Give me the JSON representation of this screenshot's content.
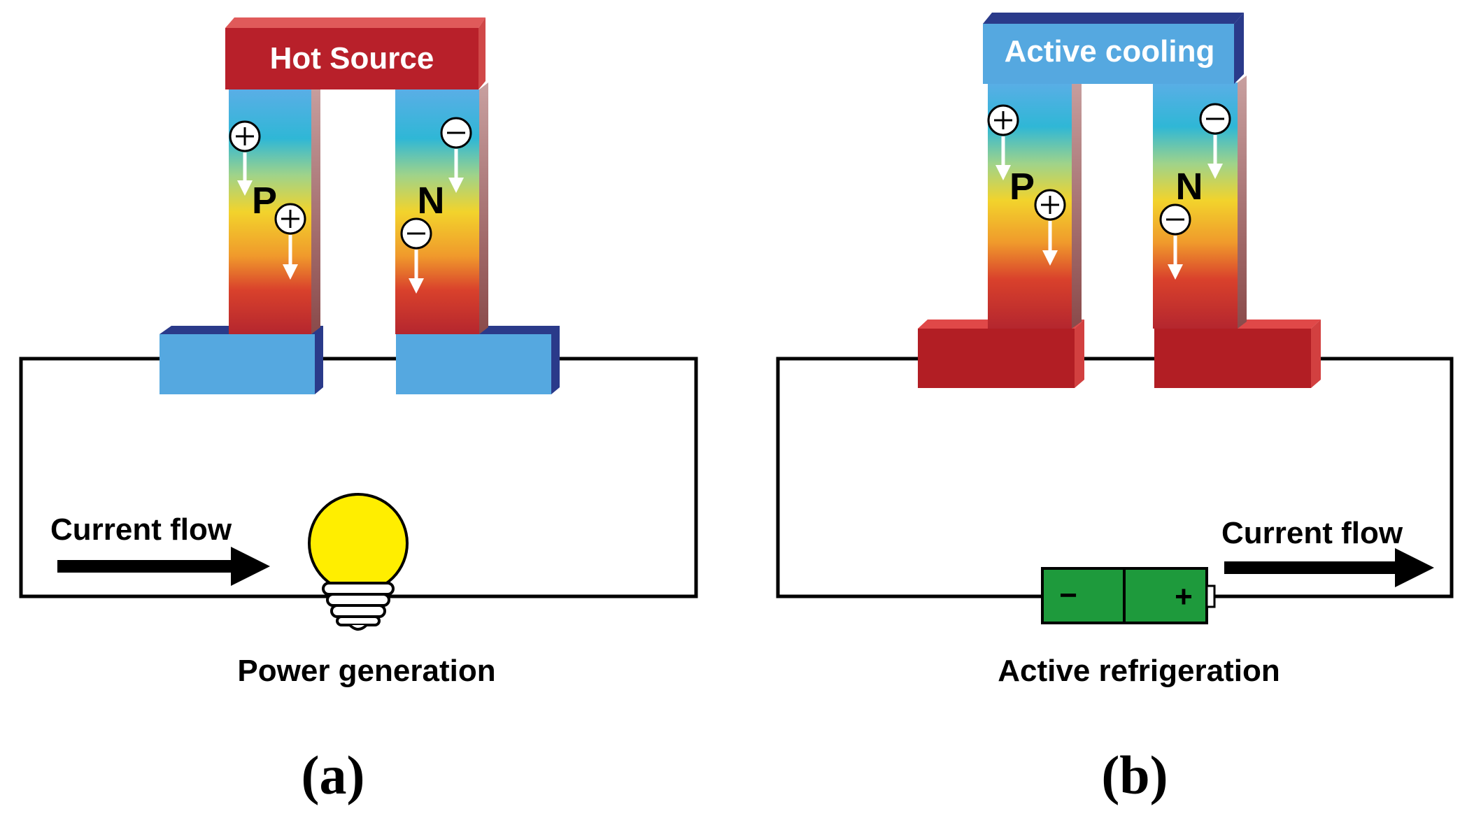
{
  "panel_a": {
    "header_label": "Hot Source",
    "p_leg_label": "P",
    "n_leg_label": "N",
    "current_label": "Current flow",
    "caption": "Power generation",
    "panel_label": "(a)",
    "header_color": "#b8202a",
    "contact_color": "#55a8e0"
  },
  "panel_b": {
    "header_label": "Active cooling",
    "p_leg_label": "P",
    "n_leg_label": "N",
    "current_label": "Current flow",
    "caption": "Active refrigeration",
    "panel_label": "(b)",
    "header_color": "#55a8e0",
    "contact_color": "#b21e24",
    "battery_minus": "−",
    "battery_plus": "+"
  },
  "colors": {
    "gradient_stops": [
      "#5aaee6",
      "#2fb7d6",
      "#9fd38a",
      "#f2d32c",
      "#f09a2c",
      "#d9412c",
      "#b4262e"
    ],
    "battery": "#1e9a3c",
    "bulb": "#ffee00",
    "wire": "#000000"
  },
  "icons": [
    "plus-charge-icon",
    "minus-charge-icon",
    "down-arrow-icon",
    "light-bulb-icon",
    "battery-icon",
    "right-arrow-icon"
  ]
}
